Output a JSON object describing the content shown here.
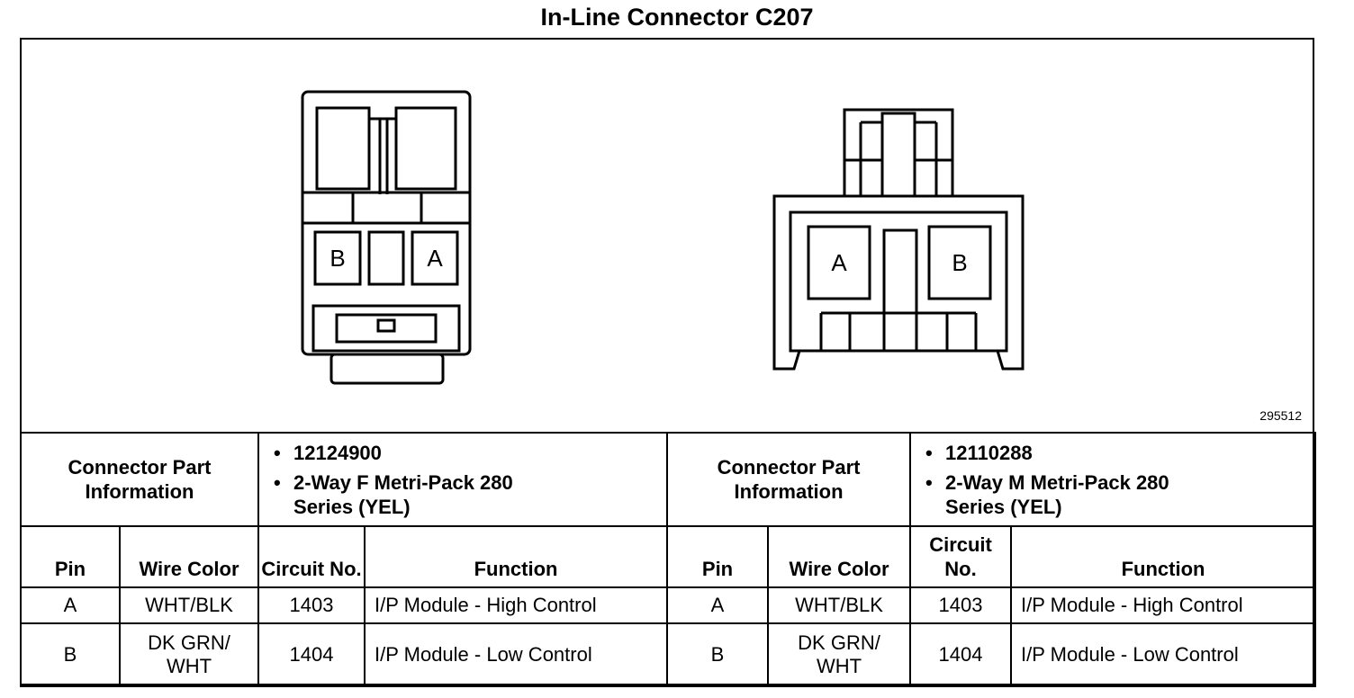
{
  "title": "In-Line Connector C207",
  "figure_number": "295512",
  "connectors": [
    {
      "info_label": "Connector Part Information",
      "part_number": "12124900",
      "description": "2-Way F Metri-Pack 280 Series (YEL)",
      "pin_labels": [
        "B",
        "A"
      ],
      "columns": {
        "pin": "Pin",
        "wire_color": "Wire Color",
        "circuit": "Circuit No.",
        "function": "Function"
      },
      "rows": [
        {
          "pin": "A",
          "wire_color": "WHT/BLK",
          "circuit": "1403",
          "function": "I/P Module - High Control"
        },
        {
          "pin": "B",
          "wire_color": "DK GRN/ WHT",
          "circuit": "1404",
          "function": "I/P Module - Low Control"
        }
      ]
    },
    {
      "info_label": "Connector Part Information",
      "part_number": "12110288",
      "description": "2-Way M Metri-Pack 280 Series (YEL)",
      "pin_labels": [
        "A",
        "B"
      ],
      "columns": {
        "pin": "Pin",
        "wire_color": "Wire Color",
        "circuit": "Circuit No.",
        "function": "Function"
      },
      "rows": [
        {
          "pin": "A",
          "wire_color": "WHT/BLK",
          "circuit": "1403",
          "function": "I/P Module - High Control"
        },
        {
          "pin": "B",
          "wire_color": "DK GRN/ WHT",
          "circuit": "1404",
          "function": "I/P Module - Low Control"
        }
      ]
    }
  ]
}
